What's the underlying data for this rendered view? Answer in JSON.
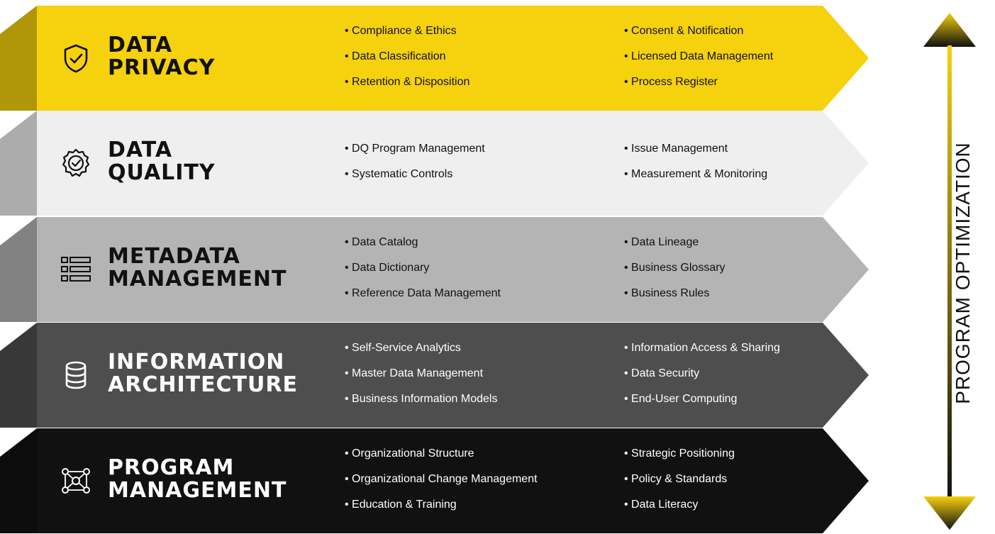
{
  "layers": [
    {
      "title_line1": "DATA",
      "title_line2": "PRIVACY",
      "icon": "shield-check-icon",
      "fill": "#f6d10d",
      "text_color": "#111111",
      "items_left": [
        "• Compliance & Ethics",
        "• Data Classification",
        "• Retention & Disposition"
      ],
      "items_right": [
        "• Consent & Notification",
        "• Licensed Data Management",
        "• Process Register"
      ]
    },
    {
      "title_line1": "DATA",
      "title_line2": "QUALITY",
      "icon": "badge-check-icon",
      "fill": "#efefef",
      "text_color": "#111111",
      "items_left": [
        "• DQ Program Management",
        "• Systematic Controls"
      ],
      "items_right": [
        "• Issue Management",
        "• Measurement & Monitoring"
      ]
    },
    {
      "title_line1": "METADATA",
      "title_line2": "MANAGEMENT",
      "icon": "list-icon",
      "fill": "#b4b4b4",
      "text_color": "#111111",
      "items_left": [
        "• Data Catalog",
        "• Data Dictionary",
        "• Reference Data Management"
      ],
      "items_right": [
        "• Data Lineage",
        "• Business Glossary",
        "• Business Rules"
      ]
    },
    {
      "title_line1": "INFORMATION",
      "title_line2": "ARCHITECTURE",
      "icon": "database-icon",
      "fill": "#4e4e4e",
      "text_color": "#ffffff",
      "items_left": [
        "• Self-Service Analytics",
        "• Master Data Management",
        "• Business Information Models"
      ],
      "items_right": [
        "• Information Access & Sharing",
        "• Data Security",
        "• End-User Computing"
      ]
    },
    {
      "title_line1": "PROGRAM",
      "title_line2": "MANAGEMENT",
      "icon": "network-icon",
      "fill": "#111111",
      "text_color": "#ffffff",
      "items_left": [
        "• Organizational Structure",
        "• Organizational Change Management",
        "• Education & Training"
      ],
      "items_right": [
        "• Strategic Positioning",
        "• Policy & Standards",
        "• Data Literacy"
      ]
    }
  ],
  "axis": {
    "label": "PROGRAM OPTIMIZATION",
    "top_color": "#f6d10d",
    "bottom_color": "#111111"
  }
}
